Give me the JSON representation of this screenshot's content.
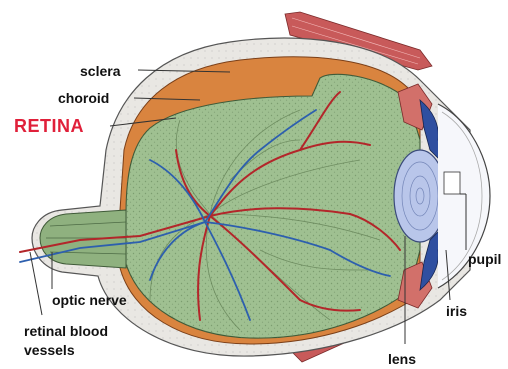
{
  "diagram": {
    "labels": {
      "sclera": "sclera",
      "choroid": "choroid",
      "retina": "RETINA",
      "optic_nerve": "optic nerve",
      "retinal_vessels_line1": "retinal blood",
      "retinal_vessels_line2": "vessels",
      "lens": "lens",
      "iris": "iris",
      "pupil": "pupil"
    },
    "colors": {
      "retina_label": "#e0203a",
      "sclera": "#eceae6",
      "choroid": "#d9783a",
      "retina_fill": "#9dbf8f",
      "artery": "#b3262a",
      "vein": "#2d5fae",
      "lens": "#b7c4e8",
      "iris": "#2f4fa0",
      "muscle": "#c44a4a"
    }
  }
}
